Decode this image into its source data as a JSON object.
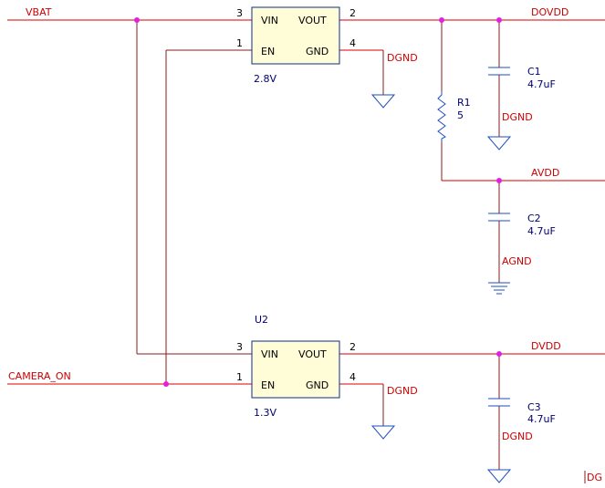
{
  "nets": {
    "vbat": "VBAT",
    "dovdd": "DOVDD",
    "avdd": "AVDD",
    "dvdd": "DVDD",
    "camera_on": "CAMERA_ON",
    "dgnd_u1": "DGND",
    "dgnd_c1": "DGND",
    "agnd": "AGND",
    "dgnd_u2": "DGND",
    "dgnd_c3": "DGND",
    "dg_cut": "DG"
  },
  "u1": {
    "pins": {
      "vin": "VIN",
      "en": "EN",
      "vout": "VOUT",
      "gnd": "GND"
    },
    "pin_numbers": {
      "vin": "3",
      "en": "1",
      "vout": "2",
      "gnd": "4"
    },
    "value": "2.8V"
  },
  "u2": {
    "designator": "U2",
    "pins": {
      "vin": "VIN",
      "en": "EN",
      "vout": "VOUT",
      "gnd": "GND"
    },
    "pin_numbers": {
      "vin": "3",
      "en": "1",
      "vout": "2",
      "gnd": "4"
    },
    "value": "1.3V"
  },
  "components": {
    "c1": {
      "designator": "C1",
      "value": "4.7uF"
    },
    "c2": {
      "designator": "C2",
      "value": "4.7uF"
    },
    "c3": {
      "designator": "C3",
      "value": "4.7uF"
    },
    "r1": {
      "designator": "R1",
      "value": "5"
    }
  },
  "colors": {
    "wire": "#d40000",
    "component": "#1f4fbf",
    "ic_fill": "#fffcd8",
    "junction": "#e020e0",
    "net_label": "#cc0000"
  }
}
